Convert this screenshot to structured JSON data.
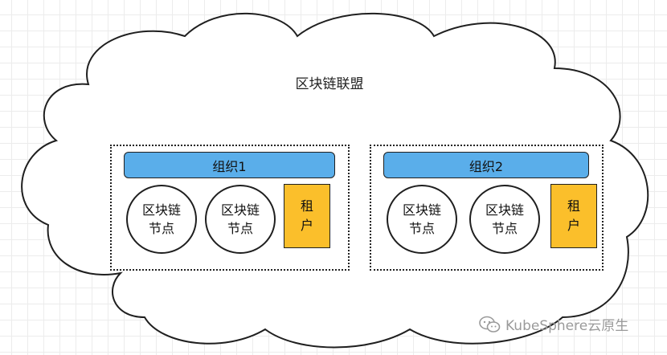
{
  "diagram": {
    "title": "区块链联盟",
    "organizations": [
      {
        "name": "组织1",
        "nodes": [
          {
            "line1": "区块链",
            "line2": "节点"
          },
          {
            "line1": "区块链",
            "line2": "节点"
          }
        ],
        "tenant": {
          "line1": "租",
          "line2": "户"
        }
      },
      {
        "name": "组织2",
        "nodes": [
          {
            "line1": "区块链",
            "line2": "节点"
          },
          {
            "line1": "区块链",
            "line2": "节点"
          }
        ],
        "tenant": {
          "line1": "租",
          "line2": "户"
        }
      }
    ]
  },
  "watermark": {
    "text": "KubeSphere云原生",
    "icon": "wechat-icon"
  },
  "colors": {
    "org_bar": "#5aaeea",
    "tenant": "#fbbf2b",
    "stroke": "#1f1f1f"
  }
}
